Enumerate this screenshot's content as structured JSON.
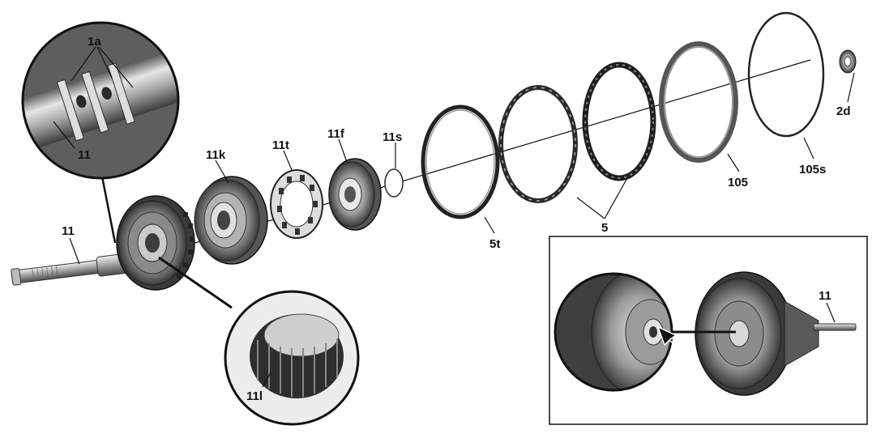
{
  "labels": {
    "1a": "1a",
    "11_top": "11",
    "11_left": "11",
    "11k": "11k",
    "11t": "11t",
    "11f": "11f",
    "11s": "11s",
    "5t": "5t",
    "5": "5",
    "105": "105",
    "105s": "105s",
    "2d": "2d",
    "11l": "11l",
    "11_inset": "11"
  },
  "colors": {
    "metal_dark": "#2a2a2a",
    "metal_mid": "#777777",
    "metal_light": "#cfcfcf",
    "line": "#111111",
    "background": "#ffffff"
  }
}
